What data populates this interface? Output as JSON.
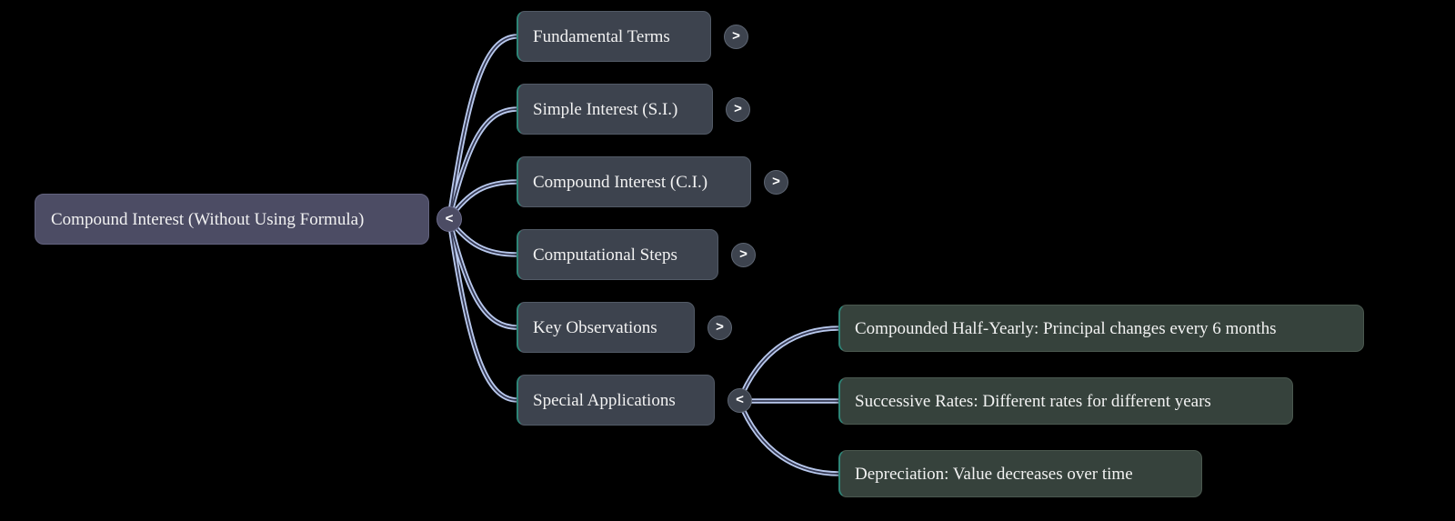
{
  "colors": {
    "background": "#000000",
    "root_fill": "#4c4c64",
    "branch_fill": "#3d434e",
    "leaf_fill": "#36423c",
    "accent_teal": "#2e8577",
    "link_outer": "#b8c8ec",
    "link_core": "#343852",
    "text": "#f2f2f2"
  },
  "root": {
    "label": "Compound Interest (Without Using Formula)",
    "toggle_icon": "<"
  },
  "branches": [
    {
      "label": "Fundamental Terms",
      "toggle_icon": ">"
    },
    {
      "label": "Simple Interest (S.I.)",
      "toggle_icon": ">"
    },
    {
      "label": "Compound Interest (C.I.)",
      "toggle_icon": ">"
    },
    {
      "label": "Computational Steps",
      "toggle_icon": ">"
    },
    {
      "label": "Key Observations",
      "toggle_icon": ">"
    },
    {
      "label": "Special Applications",
      "toggle_icon": "<",
      "children": [
        {
          "label": "Compounded Half-Yearly: Principal changes every 6 months"
        },
        {
          "label": "Successive Rates: Different rates for different years"
        },
        {
          "label": "Depreciation: Value decreases over time"
        }
      ]
    }
  ]
}
